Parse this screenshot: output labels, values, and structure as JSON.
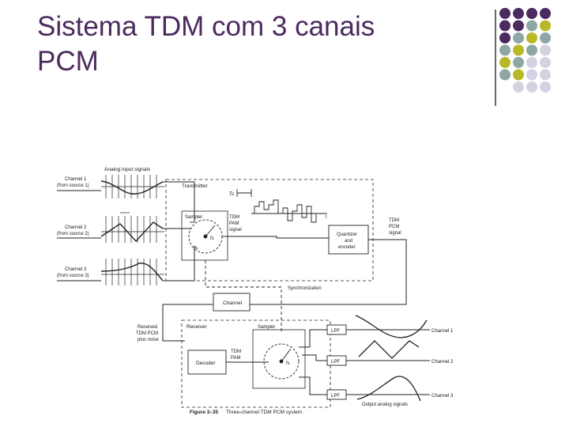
{
  "slide": {
    "title_line1": "Sistema TDM com 3 canais",
    "title_line2": "PCM"
  },
  "colors": {
    "title": "#4b2a5e",
    "dot_purple": "#4b2a5e",
    "dot_teal": "#8ea6a4",
    "dot_olive": "#b8b829",
    "dot_lavender": "#d4d2e2"
  },
  "figure": {
    "analog_inputs_label": "Analog input signals",
    "channels_left": [
      {
        "line1": "Channel 1",
        "line2": "(from source 1)"
      },
      {
        "line1": "Channel 2",
        "line2": "(from source 2)"
      },
      {
        "line1": "Channel 3",
        "line2": "(from source 3)"
      }
    ],
    "transmitter_label": "Transmitter",
    "ts_label": "Ts",
    "t_label": "t",
    "sampler_label": "Sampler",
    "fs_label": "fs",
    "tdm_pam_signal": {
      "line1": "TDM",
      "line2": "PAM",
      "line3": "signal"
    },
    "quantizer": {
      "line1": "Quantizer",
      "line2": "and",
      "line3": "encoder"
    },
    "tdm_pcm_signal": {
      "line1": "TDM",
      "line2": "PCM",
      "line3": "signal"
    },
    "synchronization_label": "Synchronization",
    "channel_box_label": "Channel",
    "received": {
      "line1": "Received",
      "line2": "TDM PCM",
      "line3": "plus noise"
    },
    "receiver_label": "Receiver",
    "sampler_rx_label": "Sampler",
    "decoder_label": "Decoder",
    "tdm_pam_rx": {
      "line1": "TDM",
      "line2": "PAM"
    },
    "fs_rx_label": "fs",
    "lpf_labels": [
      "LPF",
      "LPF",
      "LPF"
    ],
    "channels_right": [
      "Channel 1",
      "Channel 2",
      "Channel 3"
    ],
    "output_label": "Output analog signals",
    "caption_bold": "Figure 3–35",
    "caption_text": "Three-channel TDM PCM system."
  }
}
